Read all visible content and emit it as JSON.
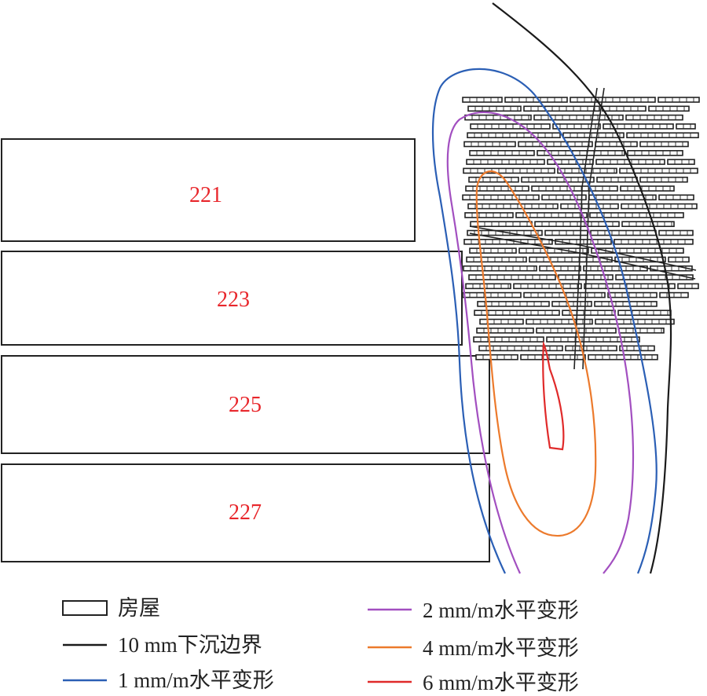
{
  "panels": [
    {
      "id": "221",
      "label": "221"
    },
    {
      "id": "223",
      "label": "223"
    },
    {
      "id": "225",
      "label": "225"
    },
    {
      "id": "227",
      "label": "227"
    }
  ],
  "legend": {
    "house": "房屋",
    "subsidence_boundary": "10 mm下沉边界",
    "deform_1": "1 mm/m水平变形",
    "deform_2": "2 mm/m水平变形",
    "deform_4": "4 mm/m水平变形",
    "deform_6": "6 mm/m水平变形"
  },
  "colors": {
    "panel_label": "#e8262b",
    "subsidence_boundary": "#1a1a1a",
    "deform_1": "#2b5fb5",
    "deform_2": "#a24fc0",
    "deform_4": "#ec7a2c",
    "deform_6": "#e02a2a"
  }
}
